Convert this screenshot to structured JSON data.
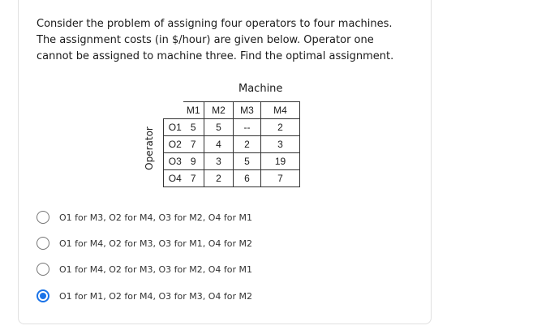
{
  "question": {
    "lines": [
      "Consider the problem of assigning four operators to four machines.",
      "The assignment costs (in $/hour) are given below. Operator one",
      "cannot be assigned to machine three. Find the optimal assignment."
    ],
    "machine_header": "Machine",
    "operator_label": "Operator"
  },
  "table": {
    "columns": [
      "M1",
      "M2",
      "M3",
      "M4"
    ],
    "rows": [
      {
        "op": "O1",
        "cells": [
          "5",
          "5",
          "--",
          "2"
        ]
      },
      {
        "op": "O2",
        "cells": [
          "7",
          "4",
          "2",
          "3"
        ]
      },
      {
        "op": "O3",
        "cells": [
          "9",
          "3",
          "5",
          "19"
        ]
      },
      {
        "op": "O4",
        "cells": [
          "7",
          "2",
          "6",
          "7"
        ]
      }
    ]
  },
  "options": [
    {
      "label": "O1 for M3, O2 for M4, O3 for M2, O4 for M1",
      "selected": false
    },
    {
      "label": "O1 for M4, O2 for M3, O3 for M1, O4 for M2",
      "selected": false
    },
    {
      "label": "O1 for M4, O2 for M3, O3 for M2, O4 for M1",
      "selected": false
    },
    {
      "label": "O1 for M1, O2 for M4, O3 for M3, O4 for M2",
      "selected": true
    }
  ],
  "colors": {
    "accent": "#1a73e8",
    "radio_border": "#757575"
  }
}
